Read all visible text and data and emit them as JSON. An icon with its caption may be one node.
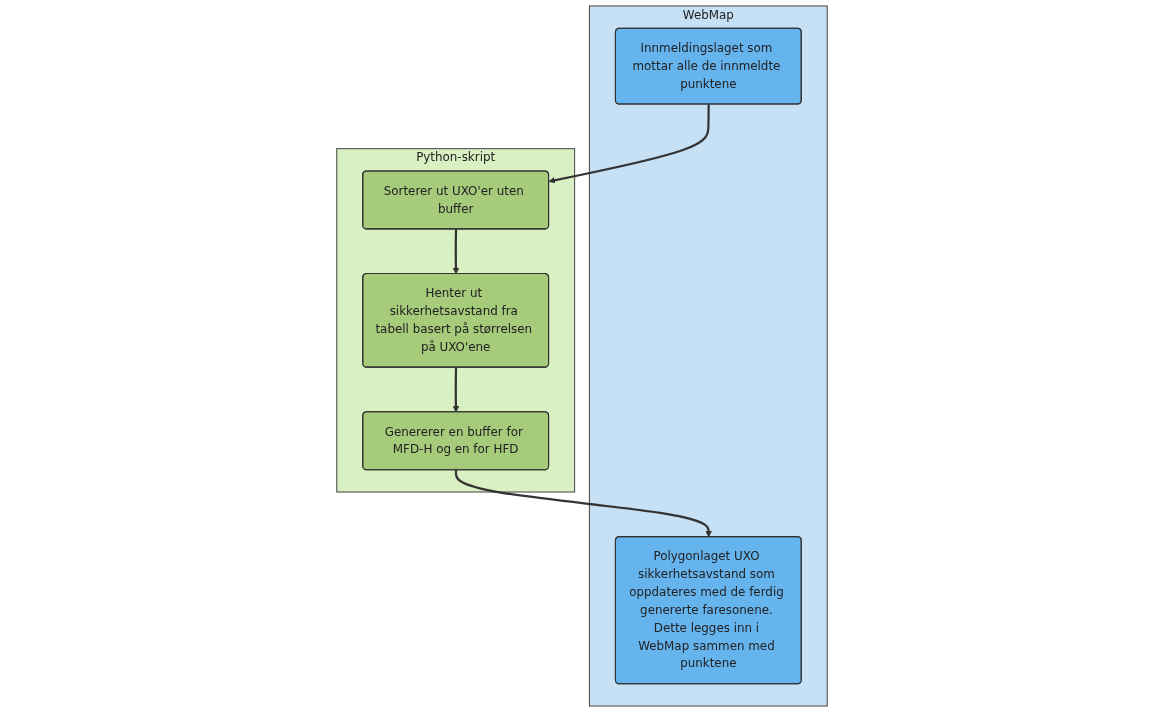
{
  "diagram": {
    "nodes": [
      {
        "text": [
          "WebMap"
        ]
      },
      {
        "text": [
          "Innmeldingslaget som mottar alle de innmeldte punktene"
        ],
        "in": 0
      },
      {
        "text": [
          "Polygonlaget UXO sikkerhetsavstand som oppdateres med de ferdig genererte faresonene. Dette legges inn i WebMap sammen med punktene"
        ],
        "in": 0
      },
      {
        "text": [
          "Python-skript"
        ]
      },
      {
        "text": [
          "Sorterer ut UXO'er uten buffer"
        ],
        "in": 3
      },
      {
        "text": [
          "Henter ut sikkerhetsavstand fra tabell basert på størrelsen på UXO'ene"
        ],
        "in": 3
      },
      {
        "text": [
          "Genererer en buffer for MFD-H og en for HFD"
        ],
        "in": 3
      }
    ],
    "edges": [
      {
        "from": 1,
        "to": 4,
        "arrow": "to"
      },
      {
        "from": 4,
        "to": 5,
        "arrow": "to"
      },
      {
        "from": 5,
        "to": 6,
        "arrow": "to"
      },
      {
        "from": 6,
        "to": 2,
        "arrow": "to"
      }
    ]
  }
}
